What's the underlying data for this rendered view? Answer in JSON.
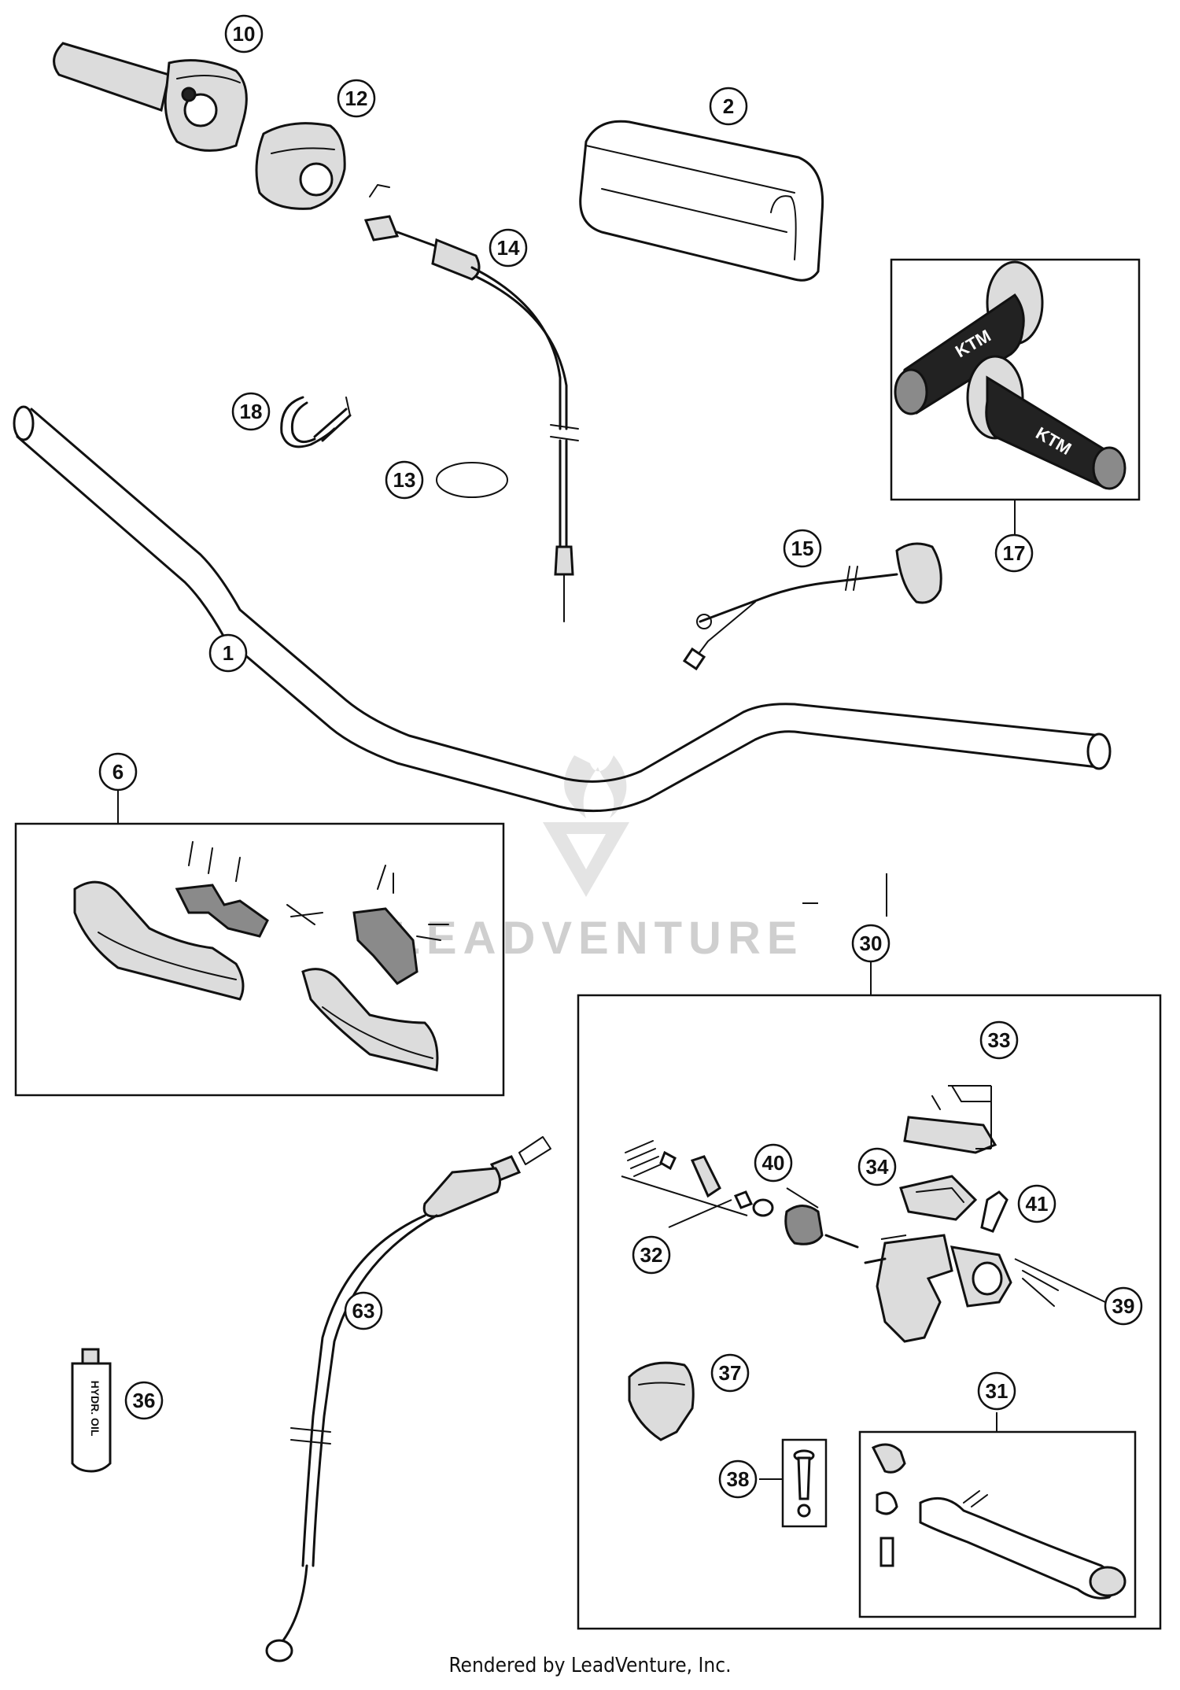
{
  "diagram": {
    "watermark": "LEADVENTURE",
    "footer": "Rendered by LeadVenture, Inc.",
    "grip_brand": "KTM",
    "bottle_label": "HYDR. OIL",
    "callouts": [
      {
        "id": "10",
        "label": "10"
      },
      {
        "id": "12",
        "label": "12"
      },
      {
        "id": "2",
        "label": "2"
      },
      {
        "id": "14",
        "label": "14"
      },
      {
        "id": "18",
        "label": "18"
      },
      {
        "id": "13",
        "label": "13"
      },
      {
        "id": "17",
        "label": "17"
      },
      {
        "id": "15",
        "label": "15"
      },
      {
        "id": "1",
        "label": "1"
      },
      {
        "id": "6",
        "label": "6"
      },
      {
        "id": "30",
        "label": "30"
      },
      {
        "id": "33",
        "label": "33"
      },
      {
        "id": "40",
        "label": "40"
      },
      {
        "id": "34",
        "label": "34"
      },
      {
        "id": "41",
        "label": "41"
      },
      {
        "id": "32",
        "label": "32"
      },
      {
        "id": "39",
        "label": "39"
      },
      {
        "id": "63",
        "label": "63"
      },
      {
        "id": "37",
        "label": "37"
      },
      {
        "id": "31",
        "label": "31"
      },
      {
        "id": "36",
        "label": "36"
      },
      {
        "id": "38",
        "label": "38"
      }
    ]
  }
}
